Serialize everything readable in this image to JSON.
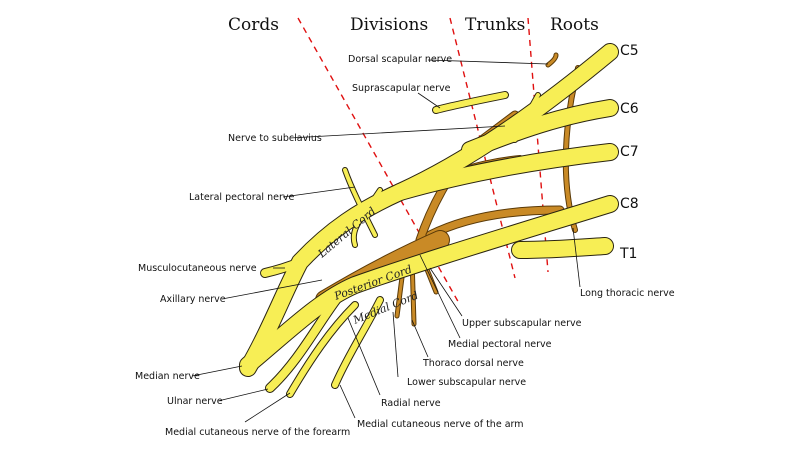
{
  "headers": {
    "cords": "Cords",
    "divisions": "Divisions",
    "trunks": "Trunks",
    "roots": "Roots"
  },
  "roots": {
    "c5": "C5",
    "c6": "C6",
    "c7": "C7",
    "c8": "C8",
    "t1": "T1"
  },
  "cord_labels": {
    "lateral": "Lateral Cord",
    "posterior": "Posterior Cord",
    "medial": "Medial Cord"
  },
  "labels": {
    "dorsal_scapular": "Dorsal scapular nerve",
    "suprascapular": "Suprascapular nerve",
    "nerve_to_subclavius": "Nerve to subclavius",
    "lateral_pectoral": "Lateral pectoral nerve",
    "musculocutaneous": "Musculocutaneous nerve",
    "axillary": "Axillary nerve",
    "median": "Median nerve",
    "ulnar": "Ulnar nerve",
    "medial_cutaneous_forearm": "Medial cutaneous nerve of the forearm",
    "medial_cutaneous_arm": "Medial cutaneous nerve of the arm",
    "radial": "Radial nerve",
    "lower_subscapular": "Lower subscapular nerve",
    "thoraco_dorsal": "Thoraco dorsal nerve",
    "medial_pectoral": "Medial pectoral nerve",
    "upper_subscapular": "Upper subscapular nerve",
    "long_thoracic": "Long thoracic nerve"
  },
  "colors": {
    "nerve_yellow": "#f7ee55",
    "posterior_brown": "#c98a26",
    "outline": "#2a2410",
    "divider_red": "#e01010"
  }
}
